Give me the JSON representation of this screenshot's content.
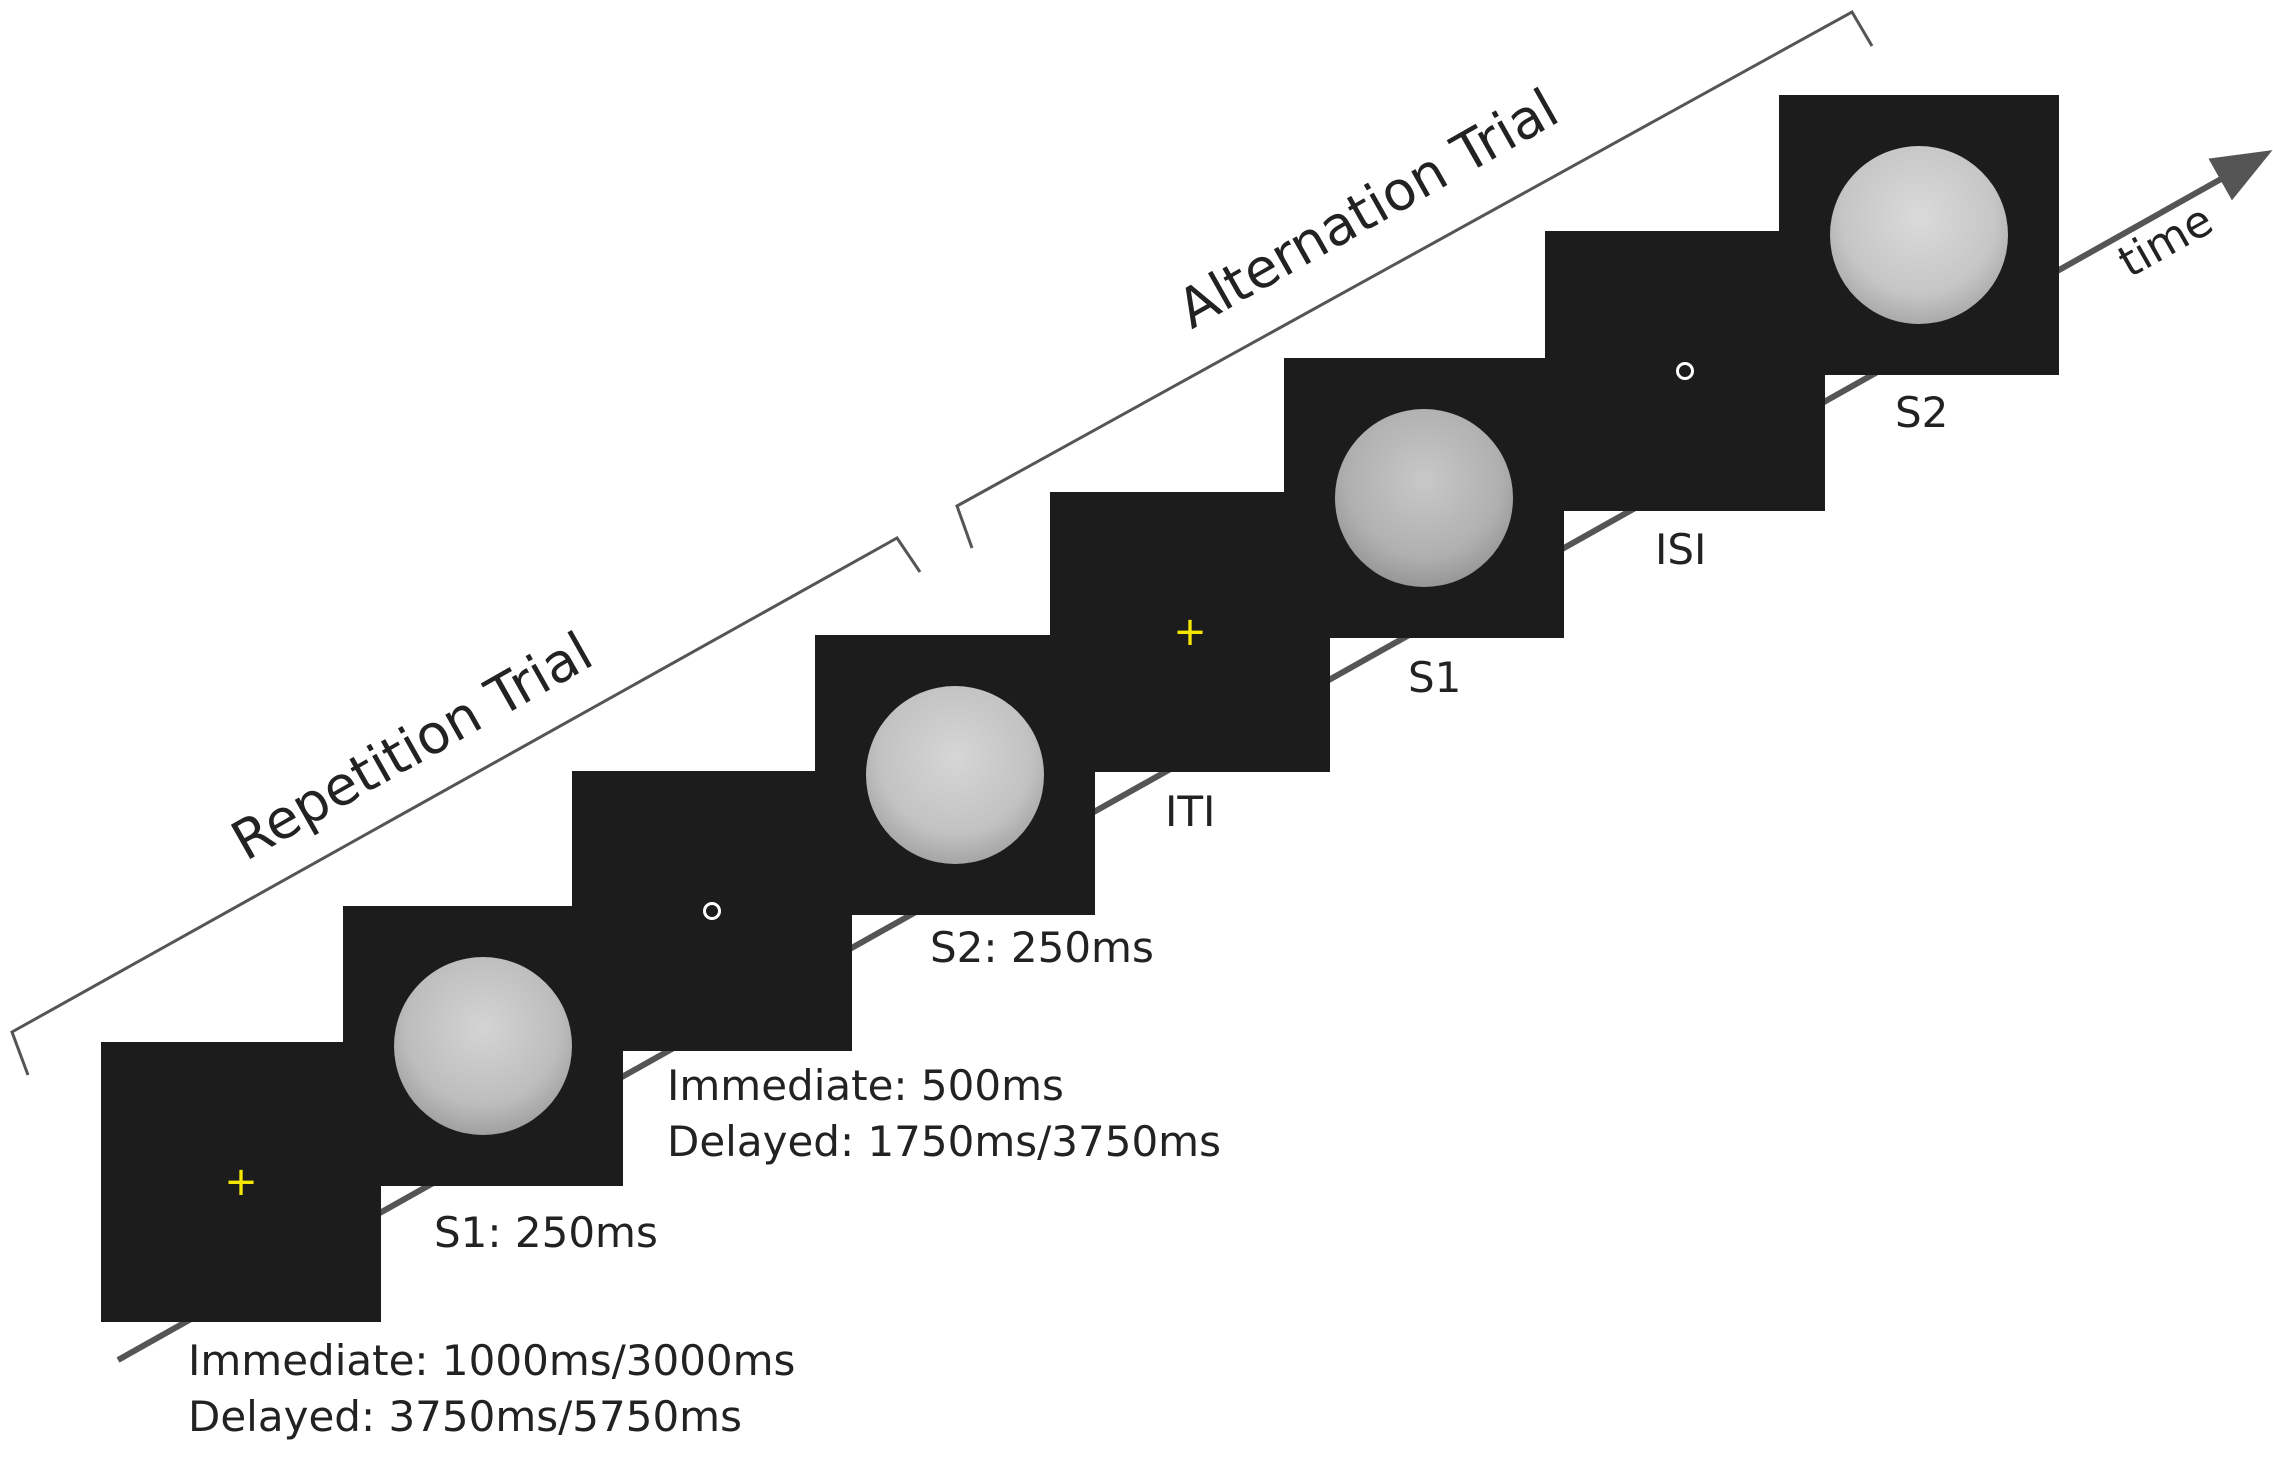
{
  "trials": {
    "repetition": "Repetition Trial",
    "alternation": "Alternation Trial"
  },
  "axis": {
    "label": "time"
  },
  "frames": [
    {
      "content": "fixation-cross",
      "label_lines": [
        "Immediate: 1000ms/3000ms",
        "Delayed: 3750ms/5750ms"
      ]
    },
    {
      "content": "face",
      "label_lines": [
        "S1: 250ms"
      ]
    },
    {
      "content": "fixation-circle",
      "label_lines": [
        "Immediate: 500ms",
        "Delayed: 1750ms/3750ms"
      ]
    },
    {
      "content": "face",
      "label_lines": [
        "S2: 250ms"
      ]
    },
    {
      "content": "fixation-cross",
      "label_lines": [
        "ITI"
      ]
    },
    {
      "content": "face",
      "label_lines": [
        "S1"
      ]
    },
    {
      "content": "fixation-circle",
      "label_lines": [
        "ISI"
      ]
    },
    {
      "content": "face",
      "label_lines": [
        "S2"
      ]
    }
  ],
  "colors": {
    "screen": "#1c1c1c",
    "fixation_cross": "#f5e600",
    "fixation_circle": "#ffffff",
    "axis": "#555555"
  }
}
